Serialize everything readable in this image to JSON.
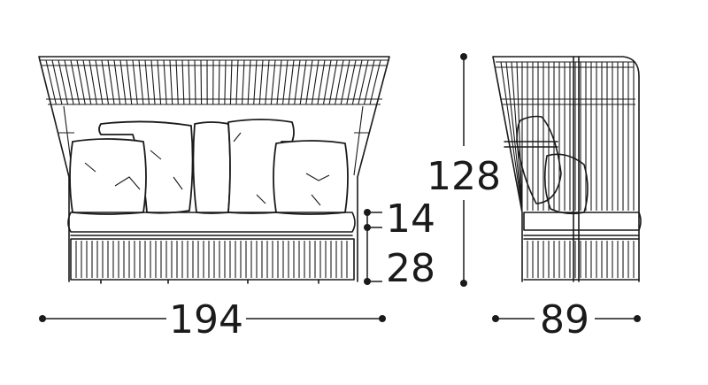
{
  "dimensions": {
    "total_width": "194",
    "cushion_height": "14",
    "seat_height": "28",
    "total_height": "128",
    "depth": "89"
  },
  "colors": {
    "line": "#1a1a1a",
    "background": "#ffffff"
  }
}
